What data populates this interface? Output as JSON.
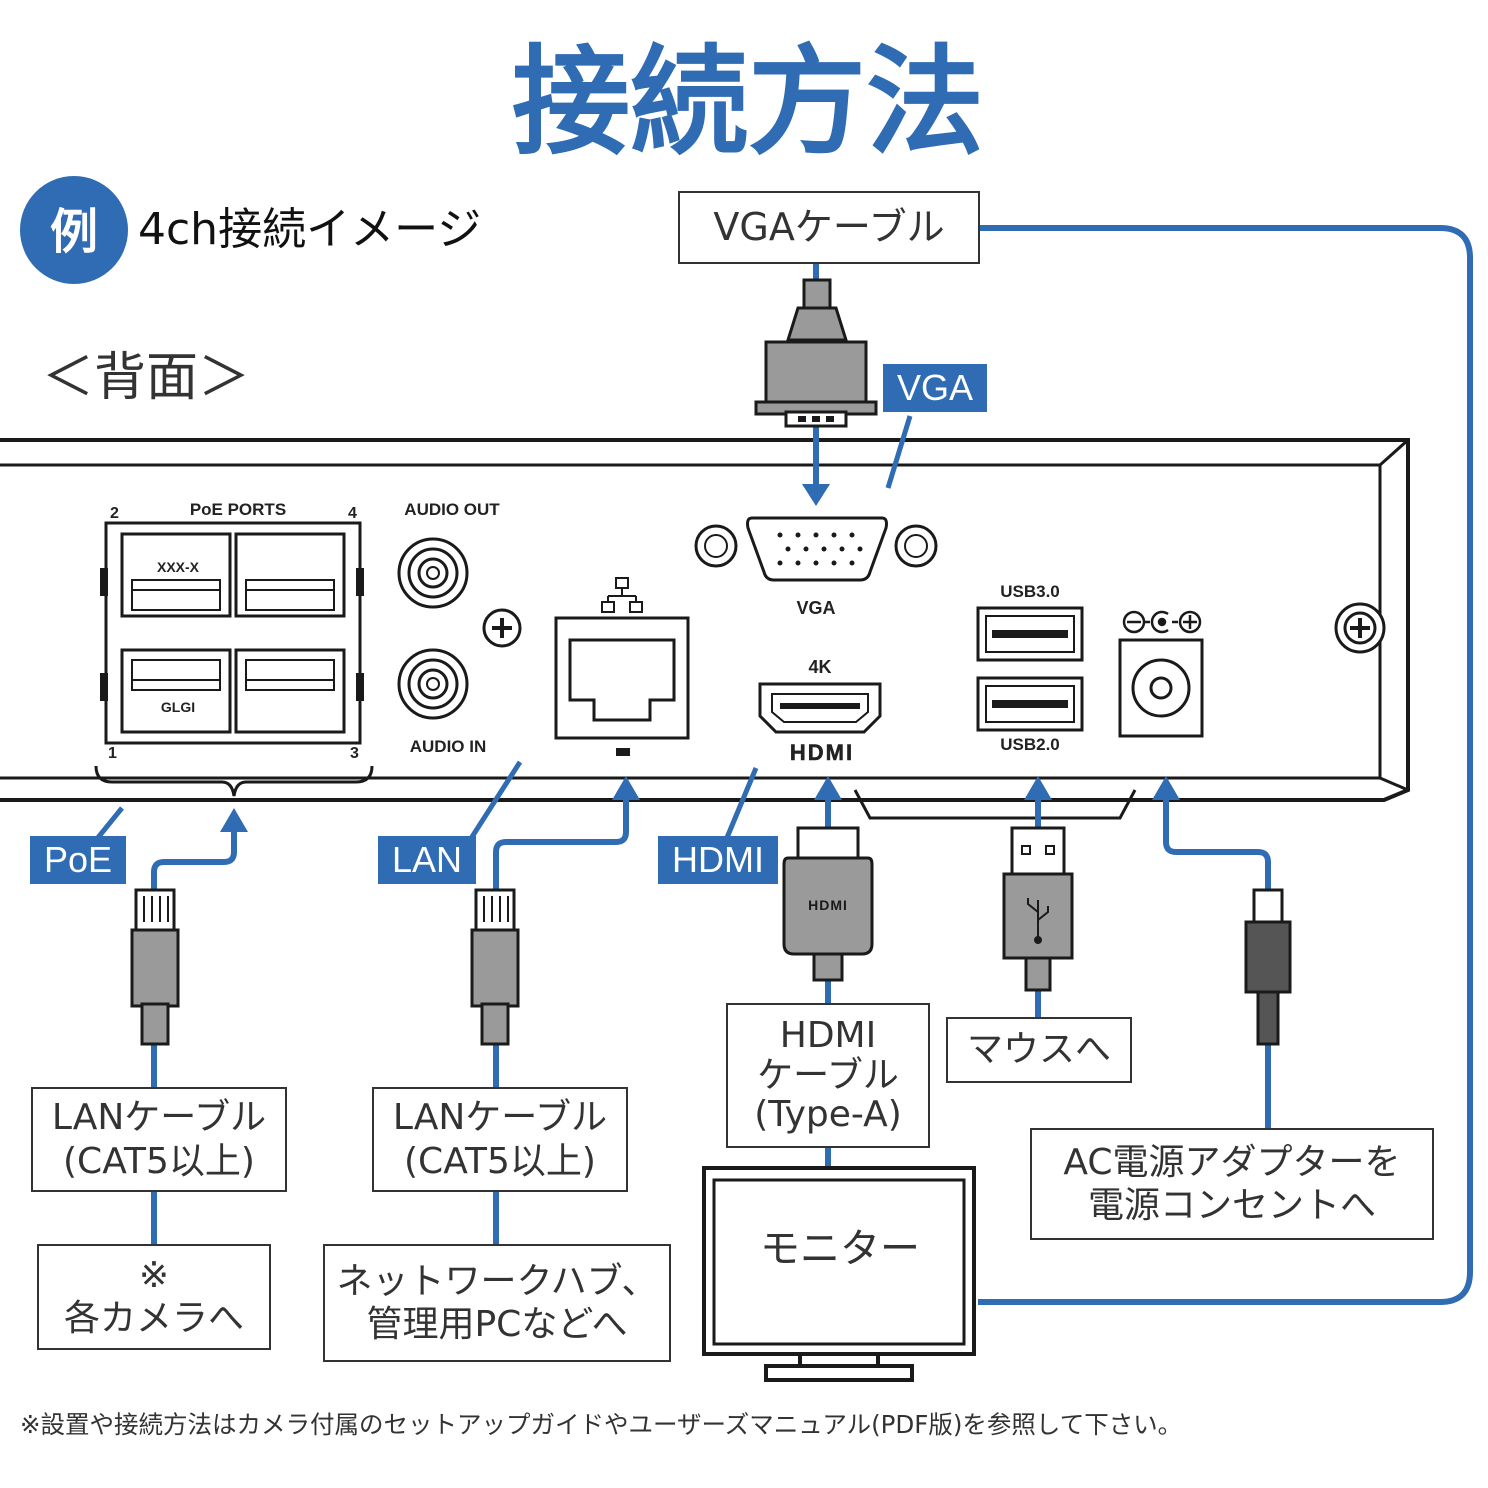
{
  "title": "接続方法",
  "example": {
    "badge": "例",
    "caption": "4ch接続イメージ"
  },
  "view_label": "＜背面＞",
  "panel_labels": {
    "poe_ports": "PoE PORTS",
    "port_2": "2",
    "port_4": "4",
    "port_1": "1",
    "port_3": "3",
    "port_xxx": "XXX-X",
    "port_glgi": "GLGI",
    "audio_out": "AUDIO OUT",
    "audio_in": "AUDIO IN",
    "vga": "VGA",
    "k4": "4K",
    "hdmi": "HDMI",
    "usb3": "USB3.0",
    "usb2": "USB2.0"
  },
  "tags": {
    "poe": "PoE",
    "lan": "LAN",
    "hdmi": "HDMI",
    "vga": "VGA"
  },
  "boxes": {
    "vga_cable": "VGAケーブル",
    "lan_cable_1_line1": "LANケーブル",
    "lan_cable_1_line2": "(CAT5以上)",
    "lan_cable_2_line1": "LANケーブル",
    "lan_cable_2_line2": "(CAT5以上)",
    "cameras_line1": "※",
    "cameras_line2": "各カメラへ",
    "hub_line1": "ネットワークハブ、",
    "hub_line2": "管理用PCなどへ",
    "hdmi_cable_line1": "HDMI",
    "hdmi_cable_line2": "ケーブル",
    "hdmi_cable_line3": "(Type-A)",
    "mouse": "マウスへ",
    "ac_line1": "AC電源アダプターを",
    "ac_line2": "電源コンセントへ",
    "monitor": "モニター"
  },
  "plug_hdmi_label": "HDMI",
  "footnote": "※設置や接続方法はカメラ付属のセットアップガイドやユーザーズマニュアル(PDF版)を参照して下さい。",
  "colors": {
    "accent": "#2f6cb3",
    "line": "#1a1a1a",
    "plug_gray": "#9a9a9a",
    "plug_dark": "#555555"
  }
}
